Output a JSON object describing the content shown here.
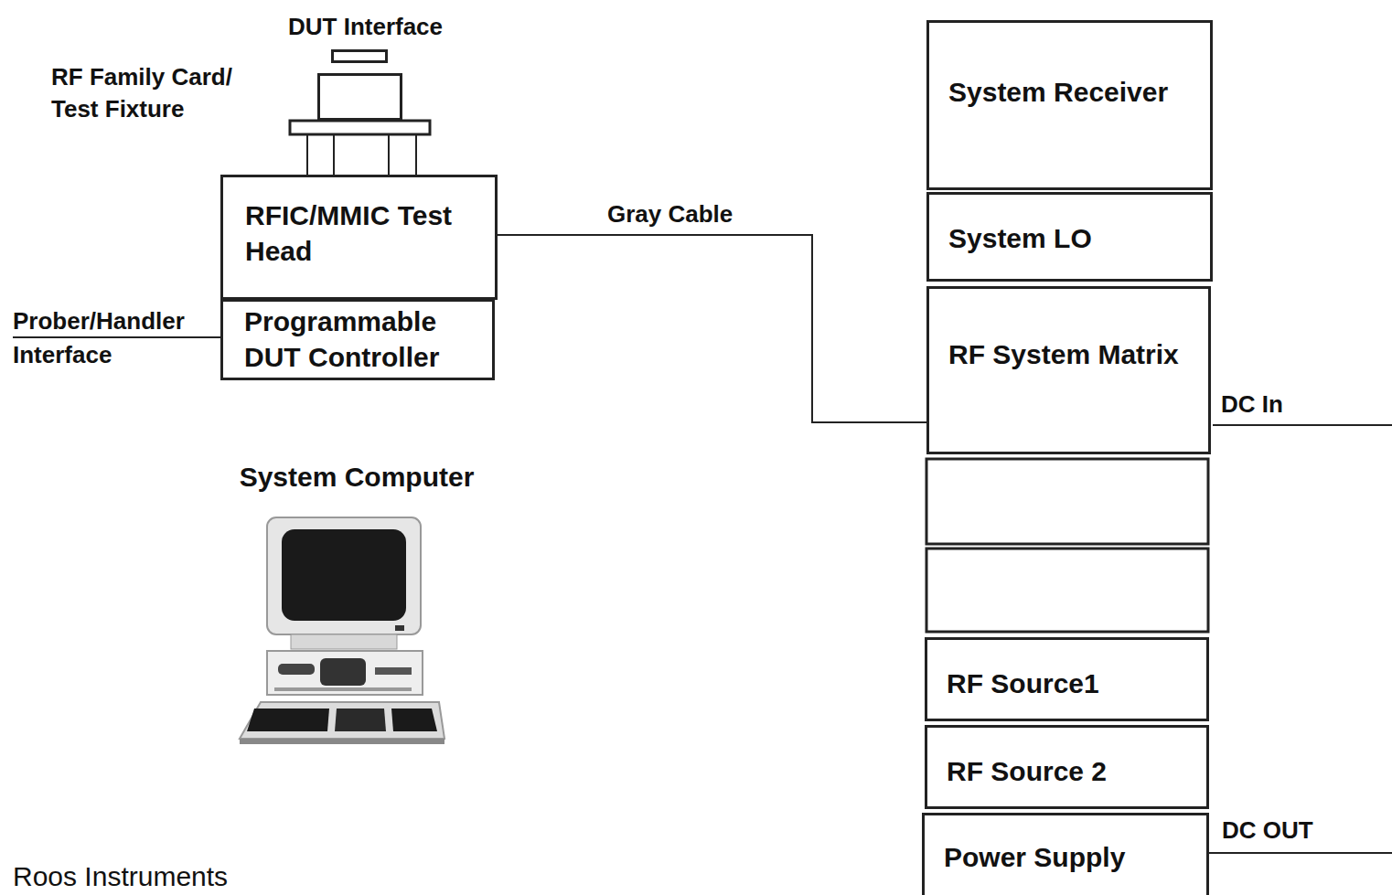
{
  "diagram": {
    "nodes": [
      {
        "text": [
          "DUT Interface"
        ]
      },
      {
        "text": [
          "RF Family Card/ Test Fixture"
        ]
      },
      {
        "text": [
          "RFIC/MMIC Test Head"
        ]
      },
      {
        "text": [
          "Programmable DUT Controller"
        ]
      },
      {
        "text": [
          "System Computer"
        ]
      },
      {
        "text": [
          "System Receiver"
        ]
      },
      {
        "text": [
          "System LO"
        ]
      },
      {
        "text": [
          "RF System Matrix"
        ]
      },
      {
        "text": [
          "RF Source1"
        ]
      },
      {
        "text": [
          "RF Source 2"
        ]
      },
      {
        "text": [
          "Power Supply"
        ]
      }
    ],
    "edges": [
      {
        "from": 2,
        "to": 7,
        "label": "Gray Cable",
        "arrow": "none"
      },
      {
        "from": 1,
        "to": 2,
        "arrow": "none"
      }
    ],
    "labels": [
      "Prober/Handler Interface",
      "DC In",
      "DC OUT",
      "Roos Instruments"
    ]
  }
}
